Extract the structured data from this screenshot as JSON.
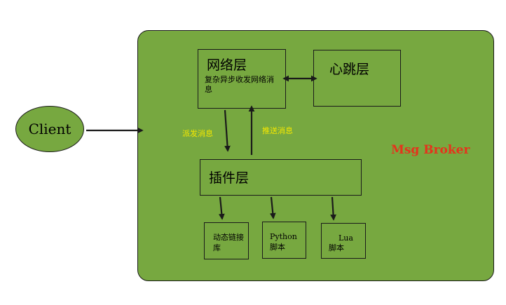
{
  "colors": {
    "container_fill": "#77a840",
    "node_fill": "#77a840",
    "line": "#1a1a1a",
    "flow_label": "#f5e800",
    "broker_label": "#e5331c"
  },
  "client": {
    "label": "Client"
  },
  "network_layer": {
    "title": "网络层",
    "description": "复杂异步收发网络消息"
  },
  "heartbeat_layer": {
    "title": "心跳层"
  },
  "plugin_layer": {
    "title": "插件层"
  },
  "flows": {
    "dispatch": "派发消息",
    "push": "推送消息"
  },
  "plugins": {
    "dll": "动态链接库",
    "python": {
      "name": "Python",
      "suffix": "脚本"
    },
    "lua": {
      "name": "Lua",
      "suffix": "脚本"
    }
  },
  "broker": {
    "label": "Msg Broker"
  }
}
